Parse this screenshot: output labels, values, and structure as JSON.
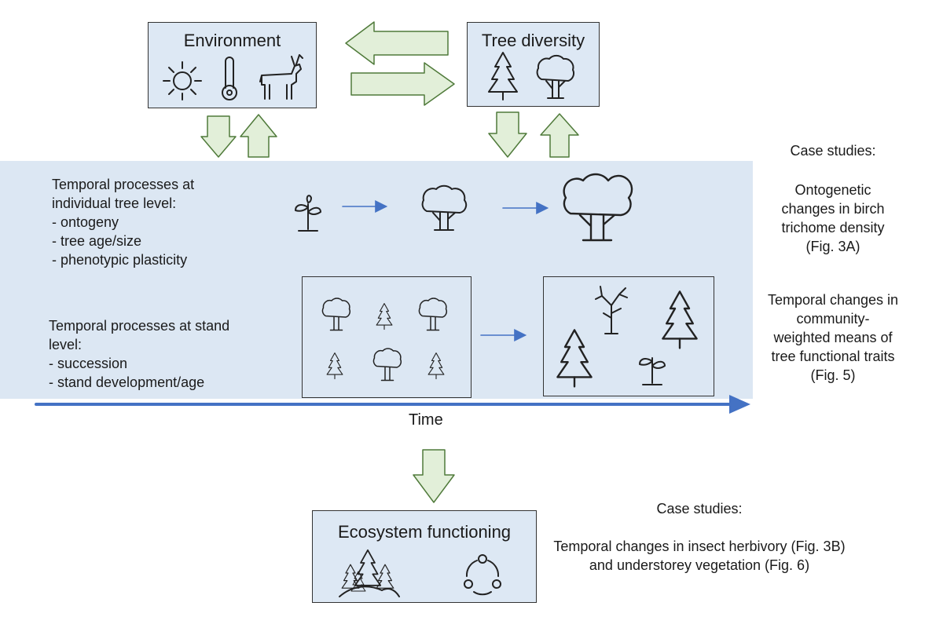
{
  "environment": {
    "title": "Environment",
    "icons": [
      "sun-icon",
      "thermometer-icon",
      "deer-icon"
    ]
  },
  "tree_diversity": {
    "title": "Tree diversity",
    "icons": [
      "conifer-icon",
      "broadleaf-tree-icon"
    ]
  },
  "individual": {
    "heading_1": "Temporal processes at",
    "heading_2": "individual tree level:",
    "items": [
      "- ontogeny",
      "- tree age/size",
      "- phenotypic plasticity"
    ]
  },
  "stand": {
    "heading_1": "Temporal processes at stand",
    "heading_2": "level:",
    "items": [
      "- succession",
      "- stand development/age"
    ]
  },
  "time_label": "Time",
  "case_studies_top": {
    "heading": "Case studies:",
    "study1": [
      "Ontogenetic",
      "changes in birch",
      "trichome density",
      "(Fig. 3A)"
    ],
    "study2": [
      "Temporal changes in",
      "community-",
      "weighted means of",
      "tree functional traits",
      "(Fig. 5)"
    ]
  },
  "ecosystem": {
    "title": "Ecosystem functioning",
    "icons": [
      "forest-hills-icon",
      "cycle-icon"
    ]
  },
  "case_studies_bottom": {
    "heading": "Case studies:",
    "lines": [
      "Temporal changes in insect herbivory (Fig. 3B)",
      "and understorey vegetation (Fig. 6)"
    ]
  },
  "colors": {
    "box_fill": "#dde8f4",
    "panel_fill": "#dce7f3",
    "arrow_fill": "#e2efd9",
    "arrow_stroke": "#4f7a3a",
    "time_arrow": "#4472c4"
  }
}
